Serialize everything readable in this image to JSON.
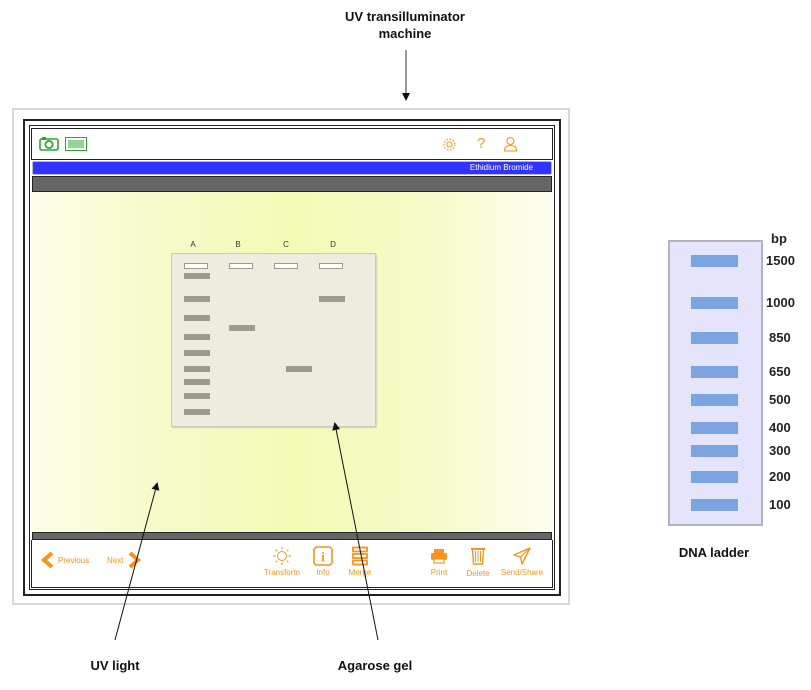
{
  "callouts": {
    "machine": [
      "UV transilluminator",
      "machine"
    ],
    "uv_light": "UV light",
    "agarose_gel": "Agarose gel",
    "dna_ladder": "DNA ladder"
  },
  "app": {
    "top_icons_left": [
      "camera-icon",
      "barcode-icon"
    ],
    "top_icons_right": [
      "gear-icon",
      "help-icon",
      "user-icon"
    ],
    "stain_label": "Ethidium Bromide",
    "nav": {
      "previous": "Previous",
      "next": "Next"
    },
    "tools": [
      {
        "label": "Transform",
        "icon": "sun-icon"
      },
      {
        "label": "Info",
        "icon": "info-icon"
      },
      {
        "label": "Merge",
        "icon": "merge-icon"
      },
      {
        "label": "Print",
        "icon": "printer-icon"
      },
      {
        "label": "Delete",
        "icon": "trash-icon"
      },
      {
        "label": "Send/Share",
        "icon": "send-icon"
      }
    ],
    "accent_color": "#f7931e",
    "bar_color": "#3333ff"
  },
  "gel": {
    "lanes": [
      "A",
      "B",
      "C",
      "D"
    ],
    "lane_A_ladder_bp": [
      1500,
      1000,
      850,
      650,
      500,
      400,
      300,
      200,
      100
    ],
    "lane_B_band_bp": 750,
    "lane_C_band_bp": 400,
    "lane_D_band_bp": 1000
  },
  "ladder": {
    "unit": "bp",
    "sizes": [
      "1500",
      "1000",
      "850",
      "650",
      "500",
      "400",
      "300",
      "200",
      "100"
    ]
  }
}
